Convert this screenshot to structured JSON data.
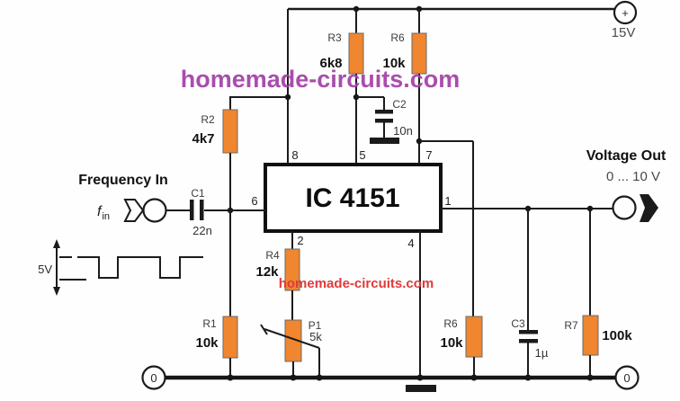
{
  "colors": {
    "resistor_fill": "#F0862F",
    "wire": "#1b1b1b",
    "watermark_top_color": "#A23FA8",
    "watermark_bottom_color": "#DF3A3A"
  },
  "watermarks": {
    "top": "homemade-circuits.com",
    "bottom": "homemade-circuits.com"
  },
  "ic": {
    "label": "IC 4151",
    "pins": {
      "p1": "1",
      "p2": "2",
      "p4": "4",
      "p5": "5",
      "p6": "6",
      "p7": "7",
      "p8": "8"
    }
  },
  "components": {
    "r1": {
      "ref": "R1",
      "value": "10k"
    },
    "r2": {
      "ref": "R2",
      "value": "4k7"
    },
    "r3": {
      "ref": "R3",
      "value": "6k8"
    },
    "r4": {
      "ref": "R4",
      "value": "12k"
    },
    "r6_top": {
      "ref": "R6",
      "value": "10k"
    },
    "r6_bottom": {
      "ref": "R6",
      "value": "10k"
    },
    "r7": {
      "ref": "R7",
      "value": "100k"
    },
    "p1": {
      "ref": "P1",
      "value": "5k"
    },
    "c1": {
      "ref": "C1",
      "value": "22n"
    },
    "c2": {
      "ref": "C2",
      "value": "10n"
    },
    "c3": {
      "ref": "C3",
      "value": "1µ"
    }
  },
  "labels": {
    "frequency_in": "Frequency In",
    "fin_symbol": "f",
    "fin_subscript": "in",
    "input_level": "5V",
    "supply_plus": "+",
    "supply_voltage": "15V",
    "voltage_out": "Voltage Out",
    "voltage_range": "0 ... 10 V",
    "terminal_left": "0",
    "terminal_right": "0"
  }
}
